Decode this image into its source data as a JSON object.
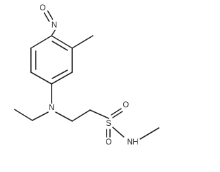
{
  "molecule": {
    "atoms": {
      "nitroso_oxygen": "O",
      "nitroso_nitrogen": "N",
      "amine_nitrogen": "N",
      "sulfur": "S",
      "sulfonyl_oxygen_top": "O",
      "sulfonyl_oxygen_bottom": "O",
      "sulfonamide_nh": "NH"
    }
  }
}
